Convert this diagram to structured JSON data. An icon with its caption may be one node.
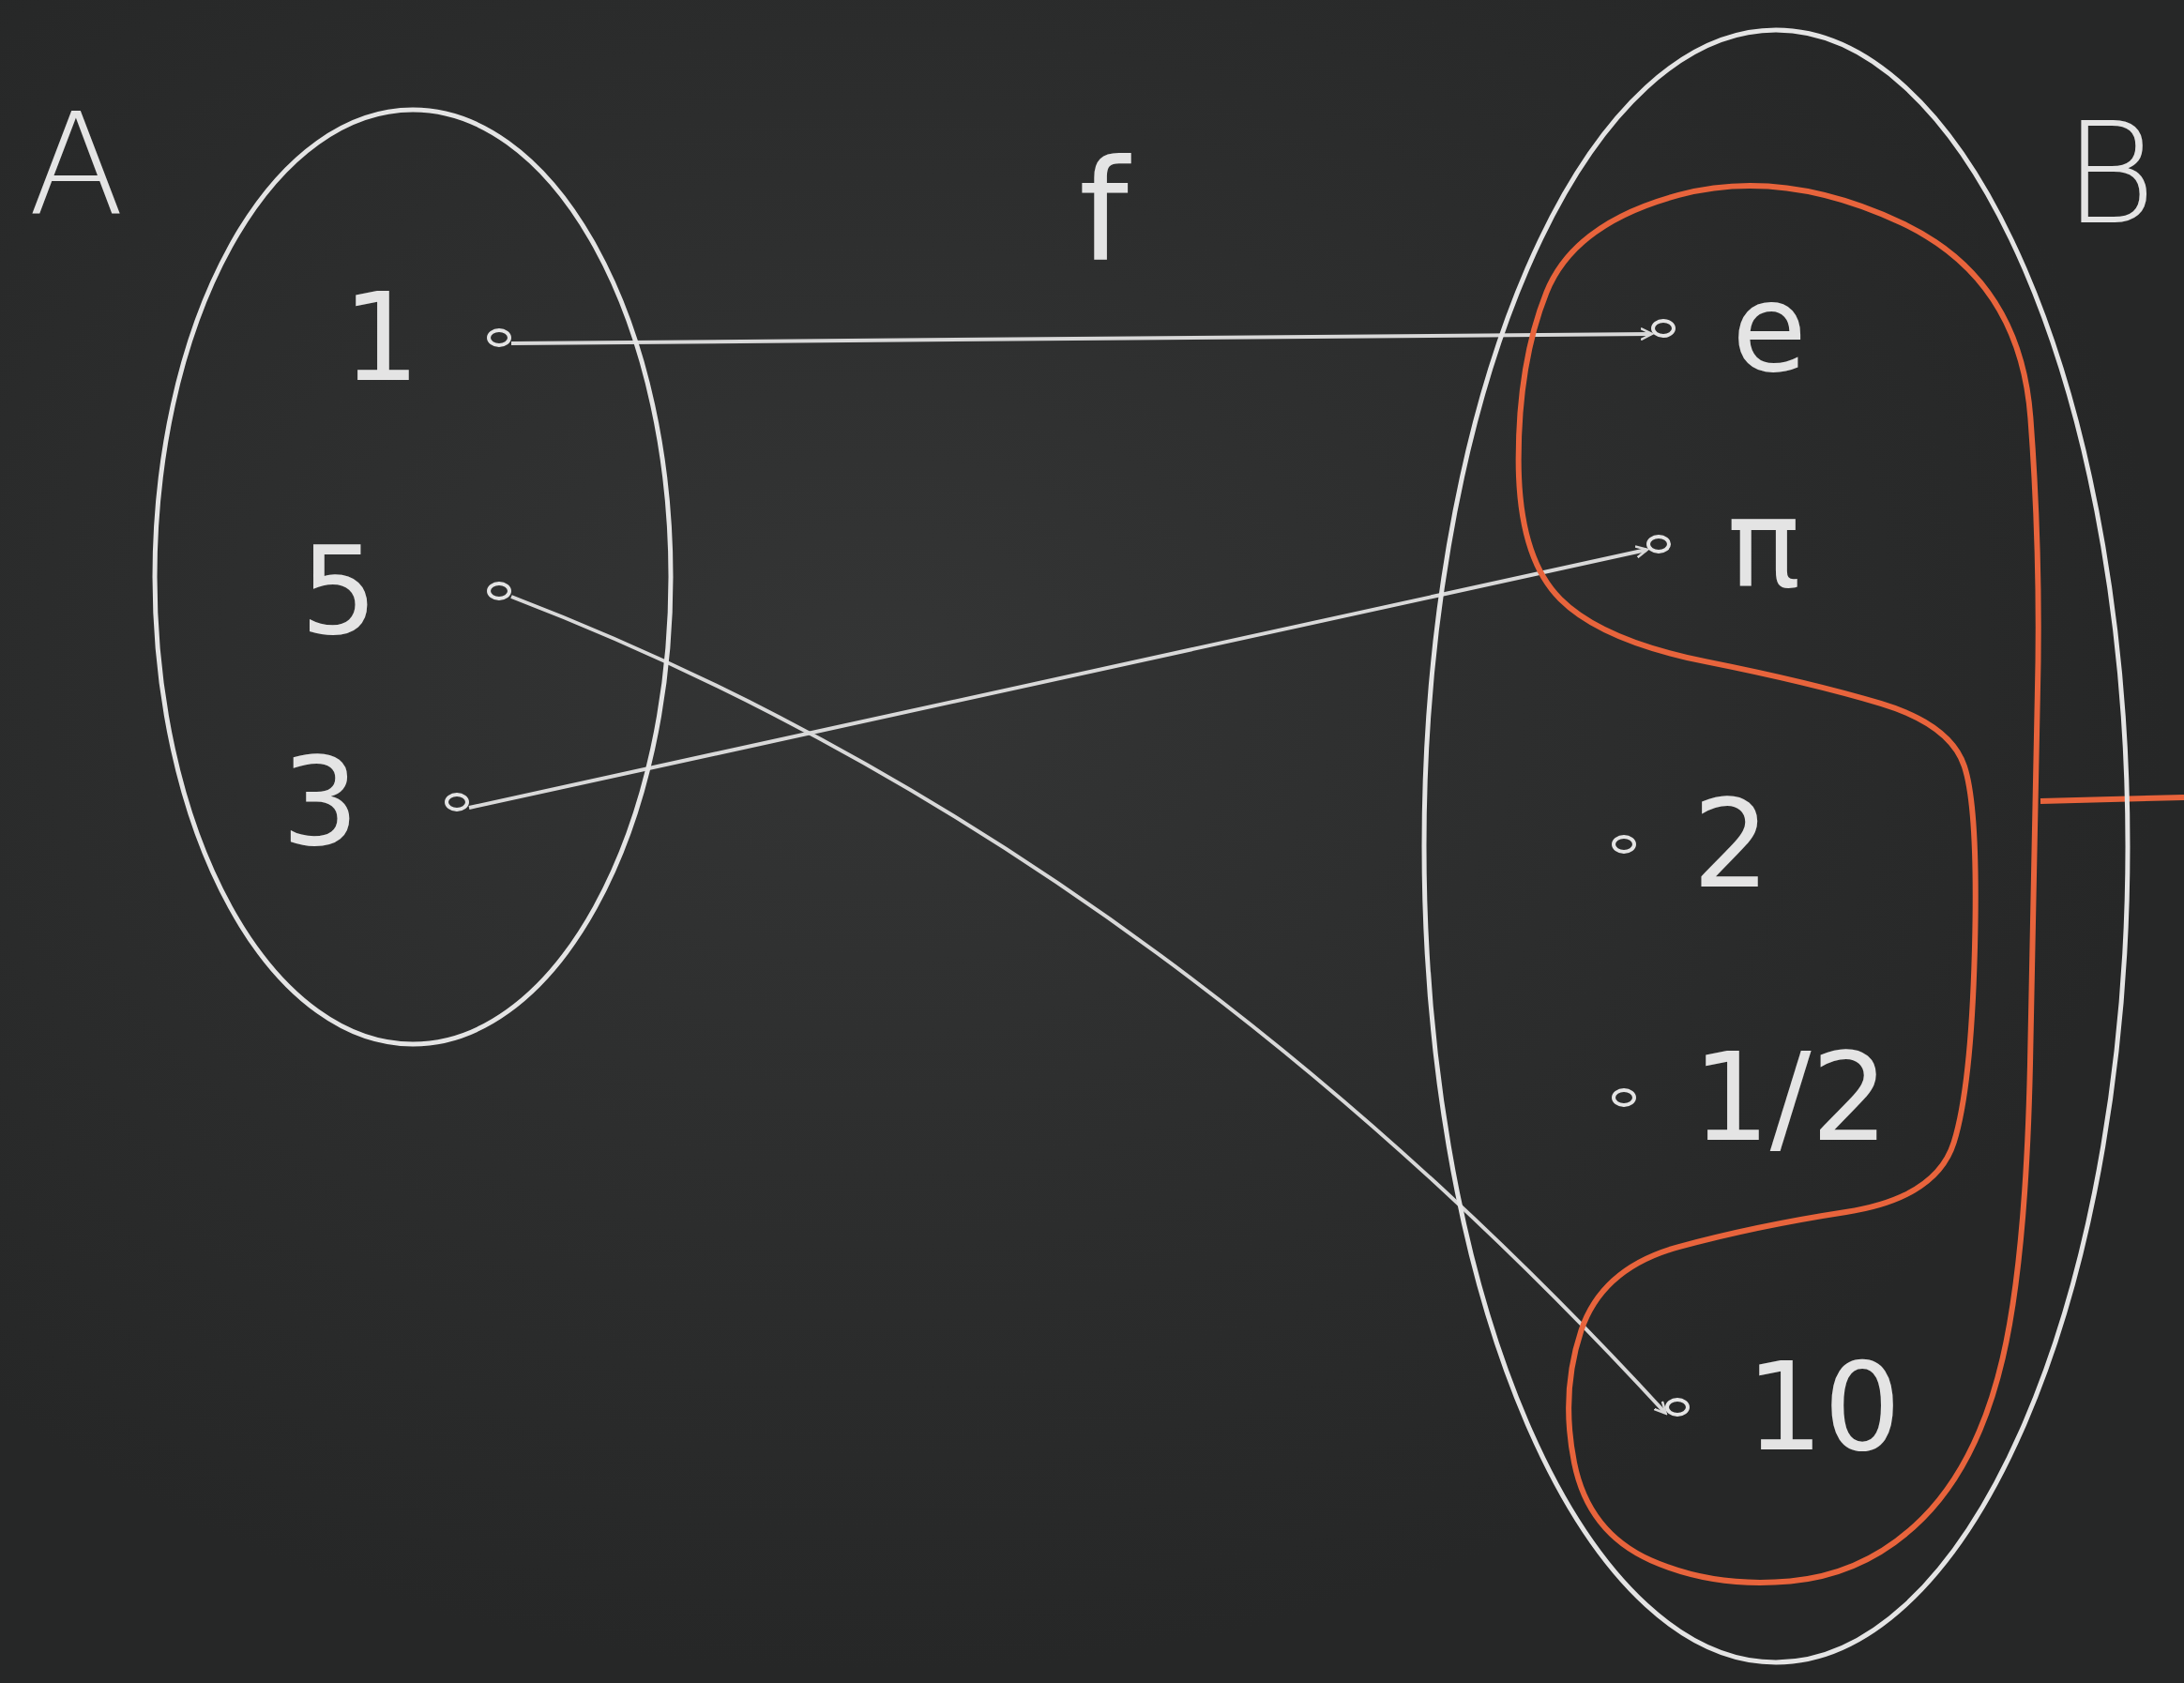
{
  "diagram": {
    "nodes": [
      {
        "text": [
          "A"
        ]
      },
      {
        "text": [
          "1"
        ],
        "in": 0
      },
      {
        "text": [
          "5"
        ],
        "in": 0
      },
      {
        "text": [
          "3"
        ],
        "in": 0
      },
      {
        "text": [
          "B"
        ]
      },
      {
        "text": [],
        "shape": "loop",
        "in": 4
      },
      {
        "text": [
          "e"
        ],
        "in": 5
      },
      {
        "text": [
          "π"
        ],
        "in": 5
      },
      {
        "text": [
          "2"
        ],
        "in": 4
      },
      {
        "text": [
          "1/2"
        ],
        "in": 4
      },
      {
        "text": [
          "10"
        ],
        "in": 5
      }
    ],
    "edges": [
      {
        "from": 1,
        "to": 6,
        "arrow": "to",
        "label": "f"
      },
      {
        "from": 3,
        "to": 7,
        "arrow": "to"
      },
      {
        "from": 2,
        "to": 10,
        "arrow": "to"
      },
      {
        "from": 5,
        "to": null,
        "arrow": "none",
        "color": "#e8643c"
      }
    ]
  }
}
